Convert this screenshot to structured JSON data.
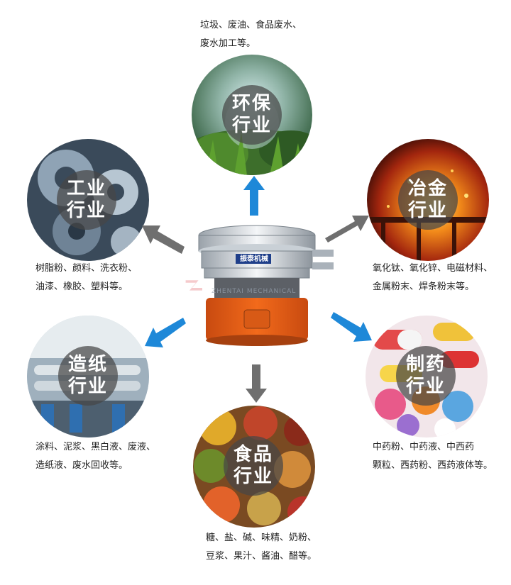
{
  "industries": {
    "env": {
      "title_line1": "环保",
      "title_line2": "行业",
      "desc_line1": "垃圾、废油、食品废水、",
      "desc_line2": "废水加工等。"
    },
    "metal": {
      "title_line1": "冶金",
      "title_line2": "行业",
      "desc_line1": "氧化钛、氧化锌、电磁材料、",
      "desc_line2": "金属粉末、焊条粉末等。"
    },
    "pharma": {
      "title_line1": "制药",
      "title_line2": "行业",
      "desc_line1": "中药粉、中药液、中西药",
      "desc_line2": "颗粒、西药粉、西药液体等。"
    },
    "food": {
      "title_line1": "食品",
      "title_line2": "行业",
      "desc_line1": "糖、盐、碱、味精、奶粉、",
      "desc_line2": "豆浆、果汁、酱油、醋等。"
    },
    "paper": {
      "title_line1": "造纸",
      "title_line2": "行业",
      "desc_line1": "涂料、泥浆、黑白液、废液、",
      "desc_line2": "造纸液、废水回收等。"
    },
    "industry": {
      "title_line1": "工业",
      "title_line2": "行业",
      "desc_line1": "树脂粉、颜料、洗衣粉、",
      "desc_line2": "油漆、橡胶、塑料等。"
    }
  },
  "machine": {
    "nameplate": "振泰机械",
    "watermark_text": "ZHENTAI MECHANICAL"
  },
  "colors": {
    "arrow_gray": "#6f6f6f",
    "arrow_blue": "#1e88d8",
    "badge": "#464646",
    "machine_orange": "#f26a1b"
  }
}
